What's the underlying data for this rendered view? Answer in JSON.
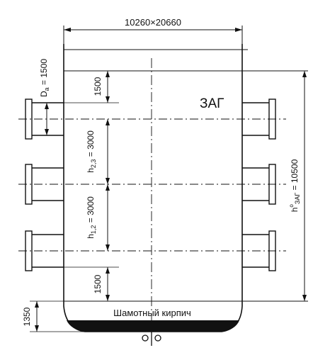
{
  "labels": {
    "overall_size": "10260×20660",
    "zone_name": "ЗАГ",
    "pipe_diameter": "D",
    "pipe_diameter_sub": "a",
    "pipe_diameter_val": " = 1500",
    "h_top": "1500",
    "h23": "h",
    "h23_sub": "2,3",
    "h23_val": " = 3000",
    "h12": "h",
    "h12_sub": "1,2",
    "h12_val": " = 3000",
    "h_bottom": "1500",
    "height_main": "h",
    "height_main_sup": "o",
    "height_main_sub": "ЗАГ",
    "height_main_val": " = 10500",
    "base_height": "1350",
    "bottom_fill": "Шамотный кирпич"
  },
  "colors": {
    "line": "#111111",
    "fill_dark": "#111111",
    "background": "#ffffff"
  }
}
